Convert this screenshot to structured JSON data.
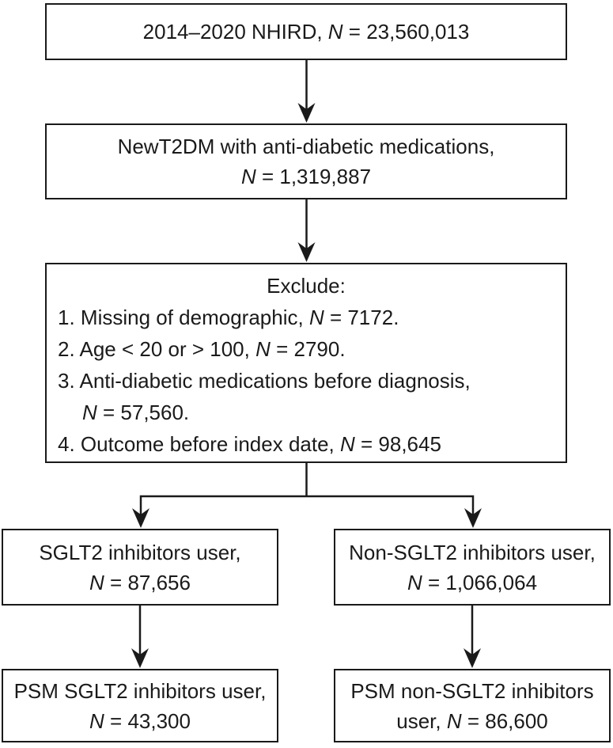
{
  "figure": {
    "colors": {
      "line": "#1a1a1a",
      "background": "#ffffff"
    },
    "boxes": {
      "nhird": {
        "line1": "2014–2020 NHIRD, N = 23,560,013"
      },
      "newt2dm": {
        "line1": "NewT2DM with anti-diabetic medications,",
        "line2": "N = 1,319,887"
      },
      "exclude": {
        "title": "Exclude:",
        "item1": "1. Missing of demographic, N = 7172.",
        "item2": "2. Age < 20 or > 100, N = 2790.",
        "item3": "3. Anti-diabetic medications before diagnosis,",
        "item3b": "N = 57,560.",
        "item4": "4. Outcome before index date, N = 98,645"
      },
      "sglt2_user": {
        "line1": "SGLT2 inhibitors user,",
        "line2": "N = 87,656"
      },
      "non_sglt2_user": {
        "line1": "Non-SGLT2 inhibitors user,",
        "line2": "N = 1,066,064"
      },
      "psm_sglt2_user": {
        "line1": "PSM SGLT2 inhibitors user,",
        "line2": "N = 43,300"
      },
      "psm_non_sglt2_user": {
        "line1": "PSM non-SGLT2 inhibitors",
        "line2": "user, N = 86,600"
      }
    }
  }
}
